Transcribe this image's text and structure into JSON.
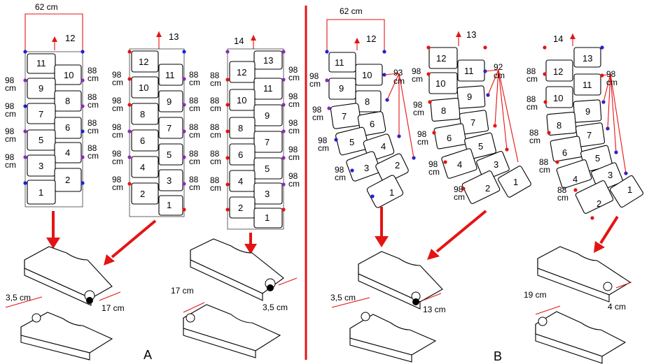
{
  "labels": {
    "panel_a": "A",
    "panel_b": "B",
    "width_a": "62 cm",
    "width_b": "62 cm",
    "cm": "cm",
    "d98": "98",
    "d88": "88",
    "d93": "93",
    "d92": "92",
    "a_tube1_top": "12",
    "a_tube2_top": "13",
    "a_tube3_top": "14",
    "b_tube1_top": "12",
    "b_tube2_top": "13",
    "b_tube3_top": "14",
    "a_plate1_w": "3,5  cm",
    "a_plate1_len": "17  cm",
    "a_plate2_w": "3,5  cm",
    "a_plate2_len": "17  cm",
    "b_plate1_w": "3,5  cm",
    "b_plate1_len": "13  cm",
    "b_plate2_w": "4  cm",
    "b_plate2_len": "19  cm"
  },
  "colors": {
    "divider": "#e41414",
    "marker_red": "#e41414",
    "marker_blue": "#1a22d6",
    "marker_purple": "#8a2bb8"
  }
}
